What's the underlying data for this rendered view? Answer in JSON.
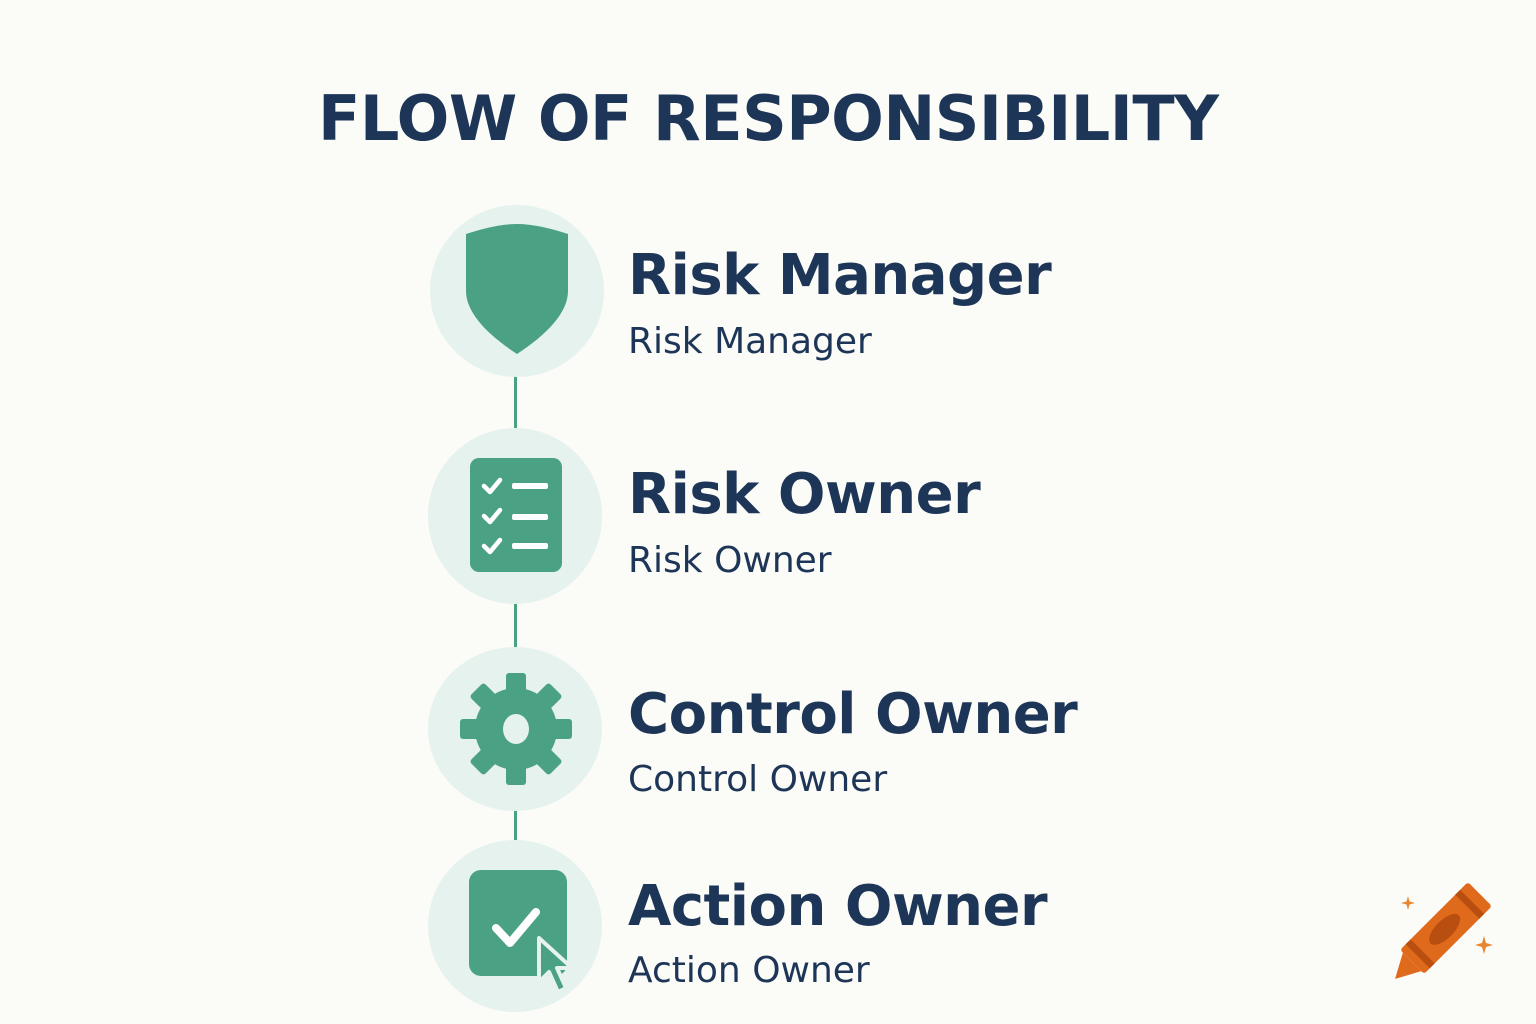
{
  "title": "FLOW OF RESPONSIBILITY",
  "colors": {
    "navy_text": "#1d3557",
    "accent_green": "#4aa184",
    "icon_circle_bg": "#e5f2ed",
    "logo_orange": "#e06a1c"
  },
  "steps": [
    {
      "title": "Risk Manager",
      "subtitle": "Risk Manager",
      "icon": "shield-icon"
    },
    {
      "title": "Risk Owner",
      "subtitle": "Risk Owner",
      "icon": "checklist-icon"
    },
    {
      "title": "Control Owner",
      "subtitle": "Control Owner",
      "icon": "gear-icon"
    },
    {
      "title": "Action Owner",
      "subtitle": "Action Owner",
      "icon": "checkbox-cursor-icon"
    }
  ],
  "logo_icon": "crayon-icon"
}
